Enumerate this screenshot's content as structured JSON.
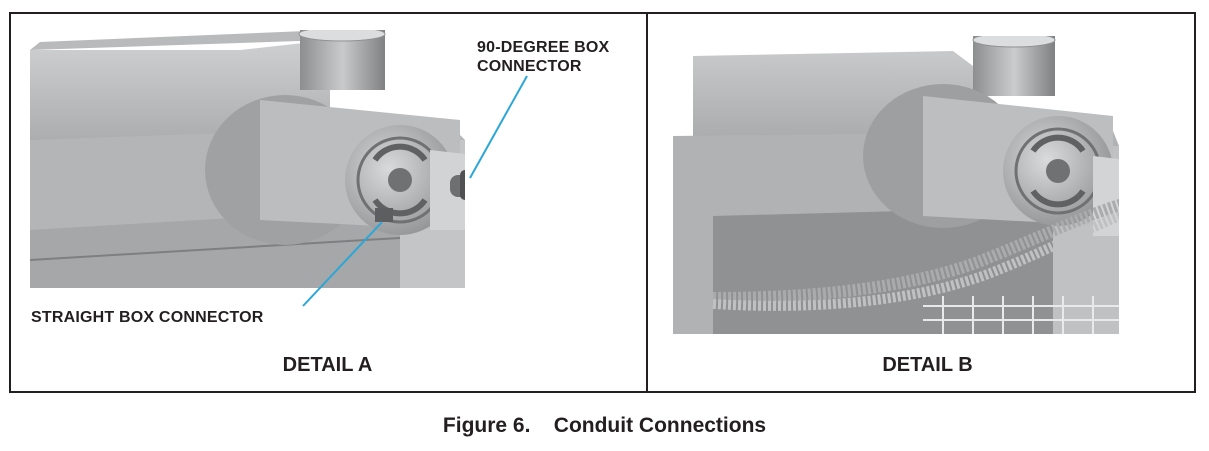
{
  "panels": [
    {
      "detail_label": "DETAIL A",
      "callouts": [
        {
          "text_lines": [
            "90-DEGREE BOX",
            "CONNECTOR"
          ]
        },
        {
          "text_lines": [
            "STRAIGHT BOX CONNECTOR"
          ]
        }
      ]
    },
    {
      "detail_label": "DETAIL B"
    }
  ],
  "figure": {
    "number": "Figure 6.",
    "title": "Conduit Connections"
  },
  "colors": {
    "leader_line": "#2aa7d8",
    "ink": "#231f20"
  }
}
